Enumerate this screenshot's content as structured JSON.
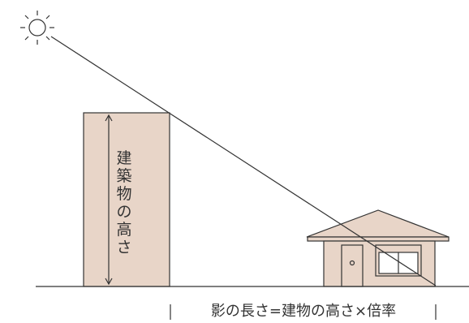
{
  "building_label": [
    "建",
    "築",
    "物",
    "の",
    "高",
    "さ"
  ],
  "formula": "影の長さ=建物の高さ×倍率",
  "colors": {
    "building_fill": "#e8d5c8",
    "outline": "#333333",
    "house_fill": "#e8d5c8",
    "window_glass": "#ffffff"
  }
}
